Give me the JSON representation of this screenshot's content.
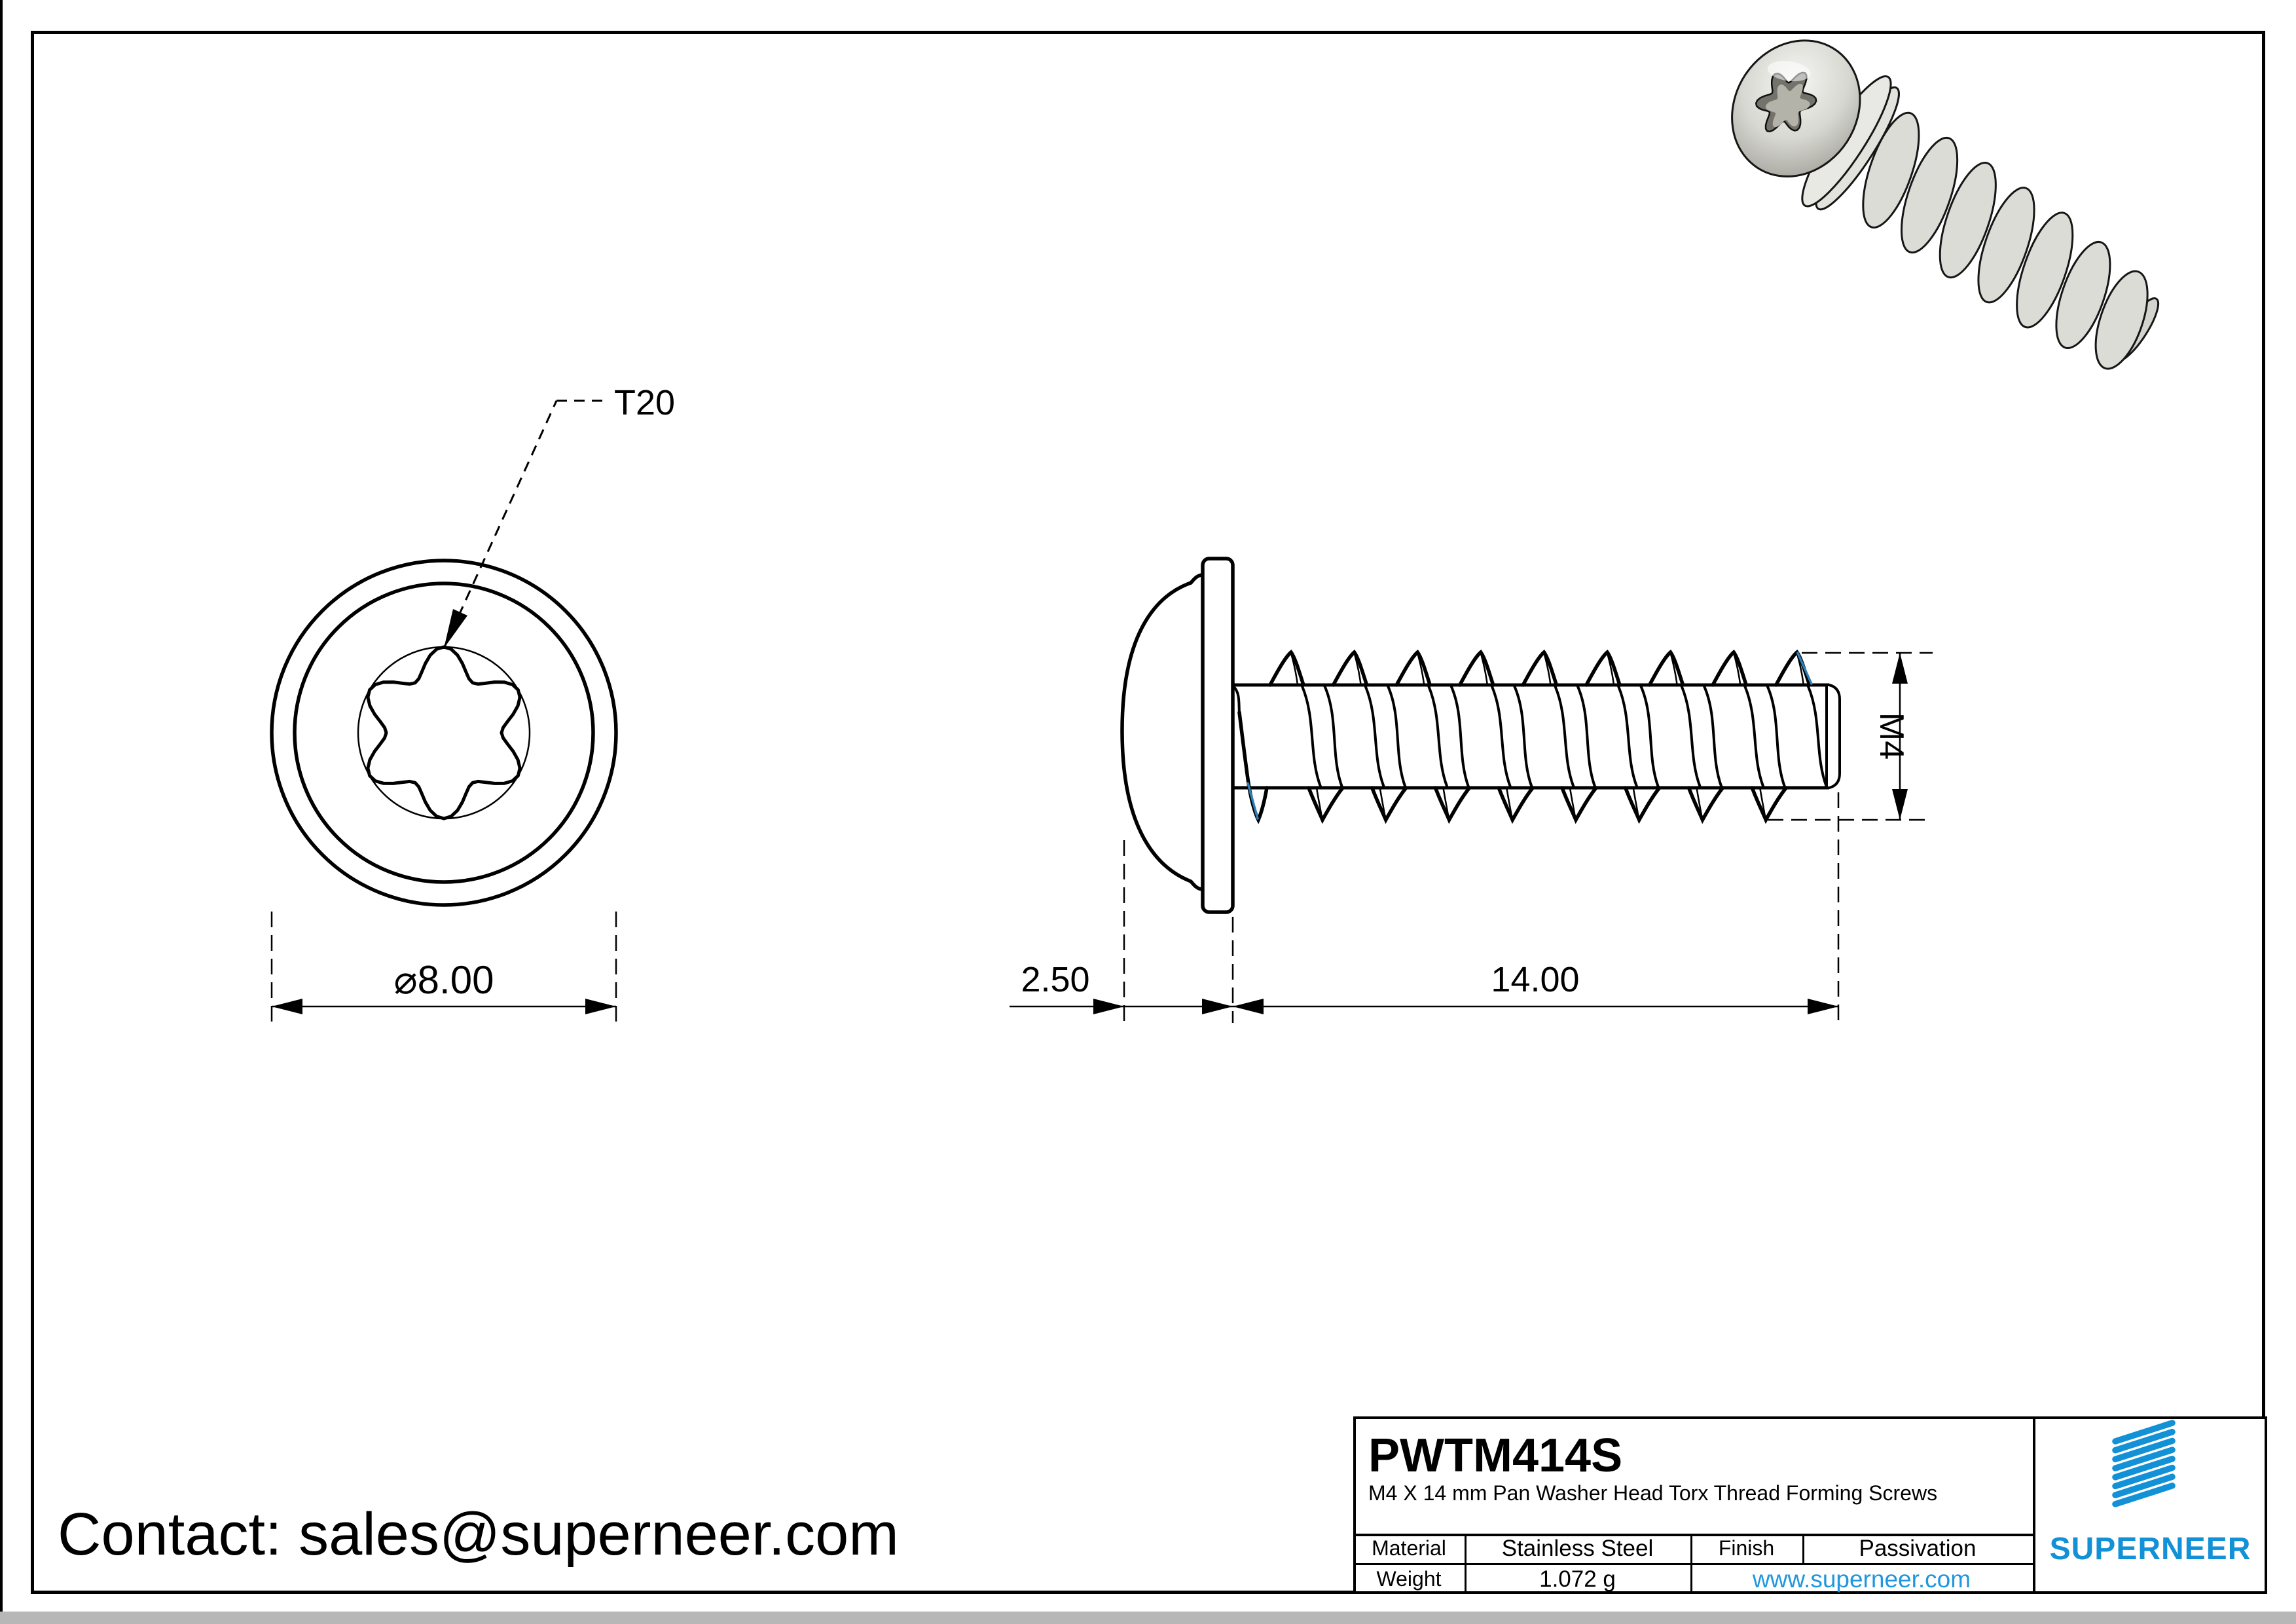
{
  "drawing": {
    "torx_label": "T20",
    "diameter_label": "⌀8.00",
    "head_height_label": "2.50",
    "length_label": "14.00",
    "thread_label": "M4"
  },
  "contact": {
    "label": "Contact: sales@superneer.com"
  },
  "title_block": {
    "part_number": "PWTM414S",
    "description": "M4 X 14 mm Pan Washer Head Torx Thread Forming Screws",
    "material_label": "Material",
    "material_value": "Stainless Steel",
    "finish_label": "Finish",
    "finish_value": "Passivation",
    "weight_label": "Weight",
    "weight_value": "1.072 g",
    "website": "www.superneer.com",
    "brand": "SUPERNEER"
  },
  "colors": {
    "brand_blue": "#1291d6",
    "link_blue": "#2097dc",
    "thread_edge_highlight": "#2e7fb5",
    "page_edge_gray": "#b7b7b7"
  }
}
